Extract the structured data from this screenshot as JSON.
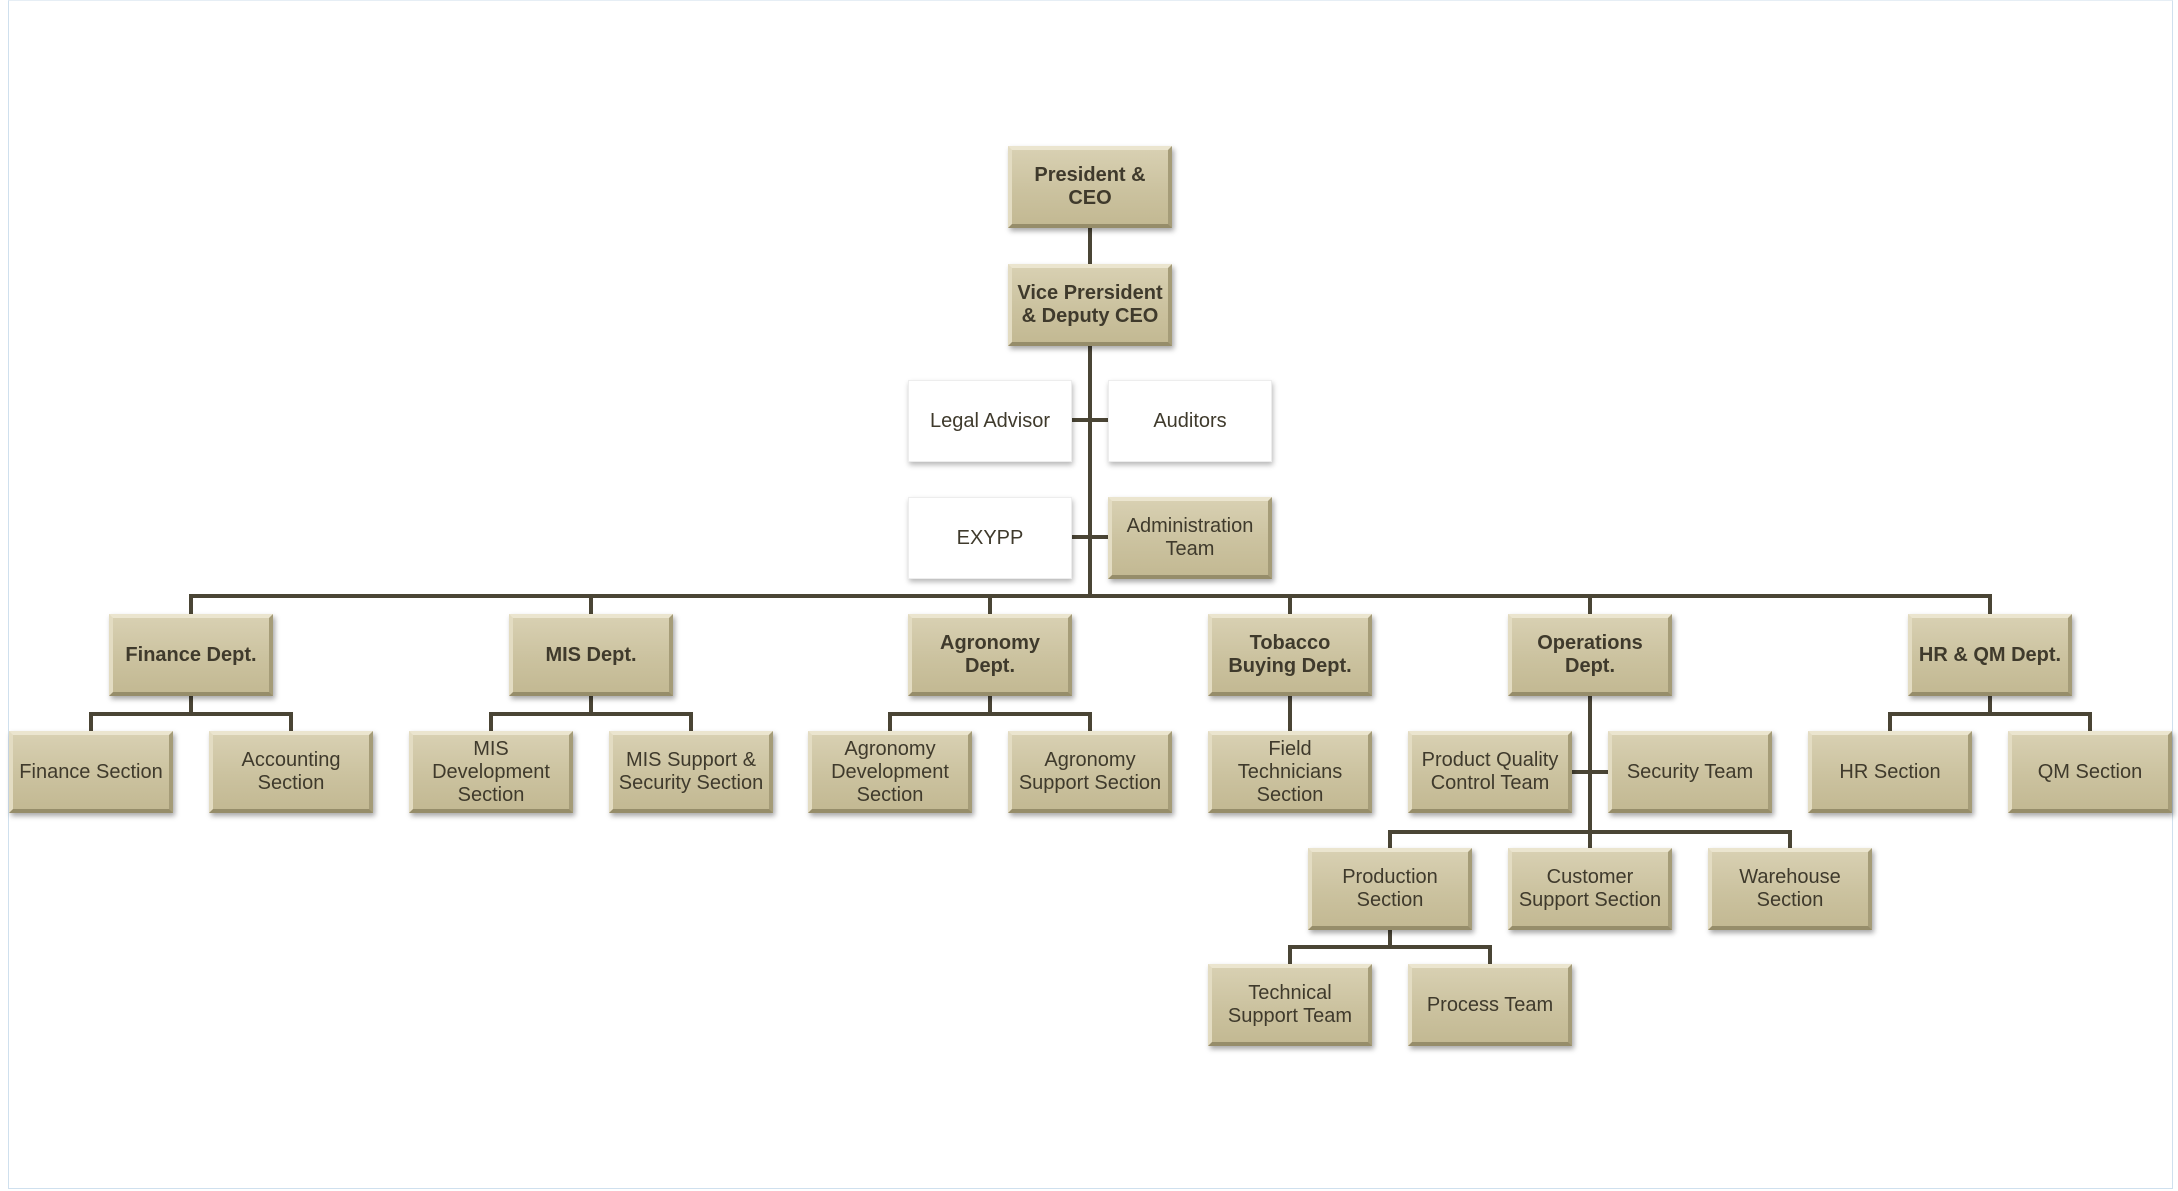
{
  "org_chart": {
    "ceo": "President & CEO",
    "vice_president": "Vice Prersident & Deputy CEO",
    "staff": {
      "legal_advisor": "Legal Advisor",
      "auditors": "Auditors",
      "exypp": "EXYPP",
      "administration_team": "Administration Team"
    },
    "departments": [
      {
        "name": "Finance Dept.",
        "units": [
          "Finance Section",
          "Accounting Section"
        ]
      },
      {
        "name": "MIS Dept.",
        "units": [
          "MIS Development Section",
          "MIS Support & Security Section"
        ]
      },
      {
        "name": "Agronomy Dept.",
        "units": [
          "Agronomy Development Section",
          "Agronomy Support Section"
        ]
      },
      {
        "name": "Tobacco Buying Dept.",
        "units": [
          "Field Technicians Section"
        ]
      },
      {
        "name": "Operations Dept.",
        "teams": [
          "Product Quality Control Team",
          "Security Team"
        ],
        "units": [
          "Production Section",
          "Customer Support Section",
          "Warehouse Section"
        ],
        "production_teams": [
          "Technical Support Team",
          "Process Team"
        ]
      },
      {
        "name": "HR & QM Dept.",
        "units": [
          "HR Section",
          "QM Section"
        ]
      }
    ]
  },
  "colors": {
    "box_fill": "#cbc29f",
    "box_text": "#3f3a2c",
    "connector": "#4a4535",
    "plain_box_fill": "#ffffff"
  }
}
